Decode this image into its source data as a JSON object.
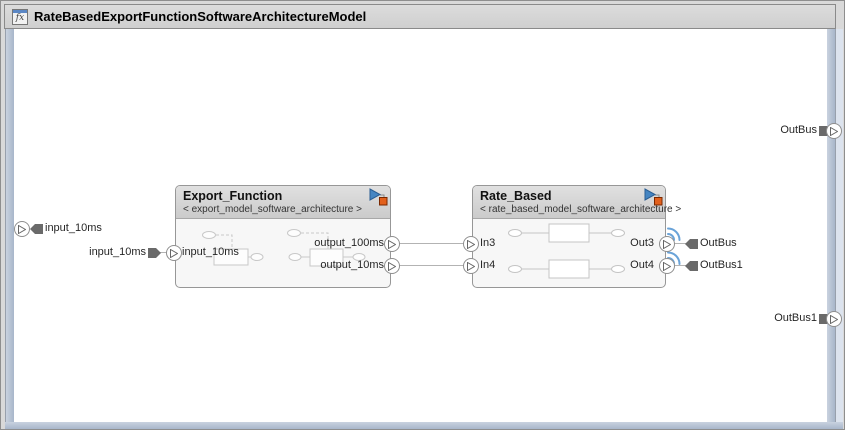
{
  "titlebar": {
    "title": "RateBasedExportFunctionSoftwareArchitectureModel",
    "icon_text": "fx"
  },
  "blocks": {
    "export_function": {
      "title": "Export_Function",
      "subtitle": "< export_model_software_architecture >",
      "input_label": "input_10ms",
      "output_label_1": "output_100ms",
      "output_label_2": "output_10ms"
    },
    "rate_based": {
      "title": "Rate_Based",
      "subtitle": "< rate_based_model_software_architecture >",
      "input_label_1": "In3",
      "input_label_2": "In4",
      "output_label_1": "Out3",
      "output_label_2": "Out4"
    }
  },
  "signals": {
    "boundary_input": "input_10ms",
    "export_input": "input_10ms",
    "rate_output_1": "OutBus",
    "rate_output_2": "OutBus1",
    "boundary_output_1": "OutBus",
    "boundary_output_2": "OutBus1"
  },
  "icons": {
    "window_icon": "fx-model-icon",
    "block_badge": "export-function-badge",
    "logging_badge": "signal-logging-wireless-icon",
    "port_glyph": "triangle-port-icon"
  },
  "colors": {
    "badge_blue": "#4585c2",
    "badge_orange": "#e2601c",
    "frame_strip": "#aebbce",
    "wireless_blue": "#6aa3d8",
    "canvas": "#ffffff"
  }
}
